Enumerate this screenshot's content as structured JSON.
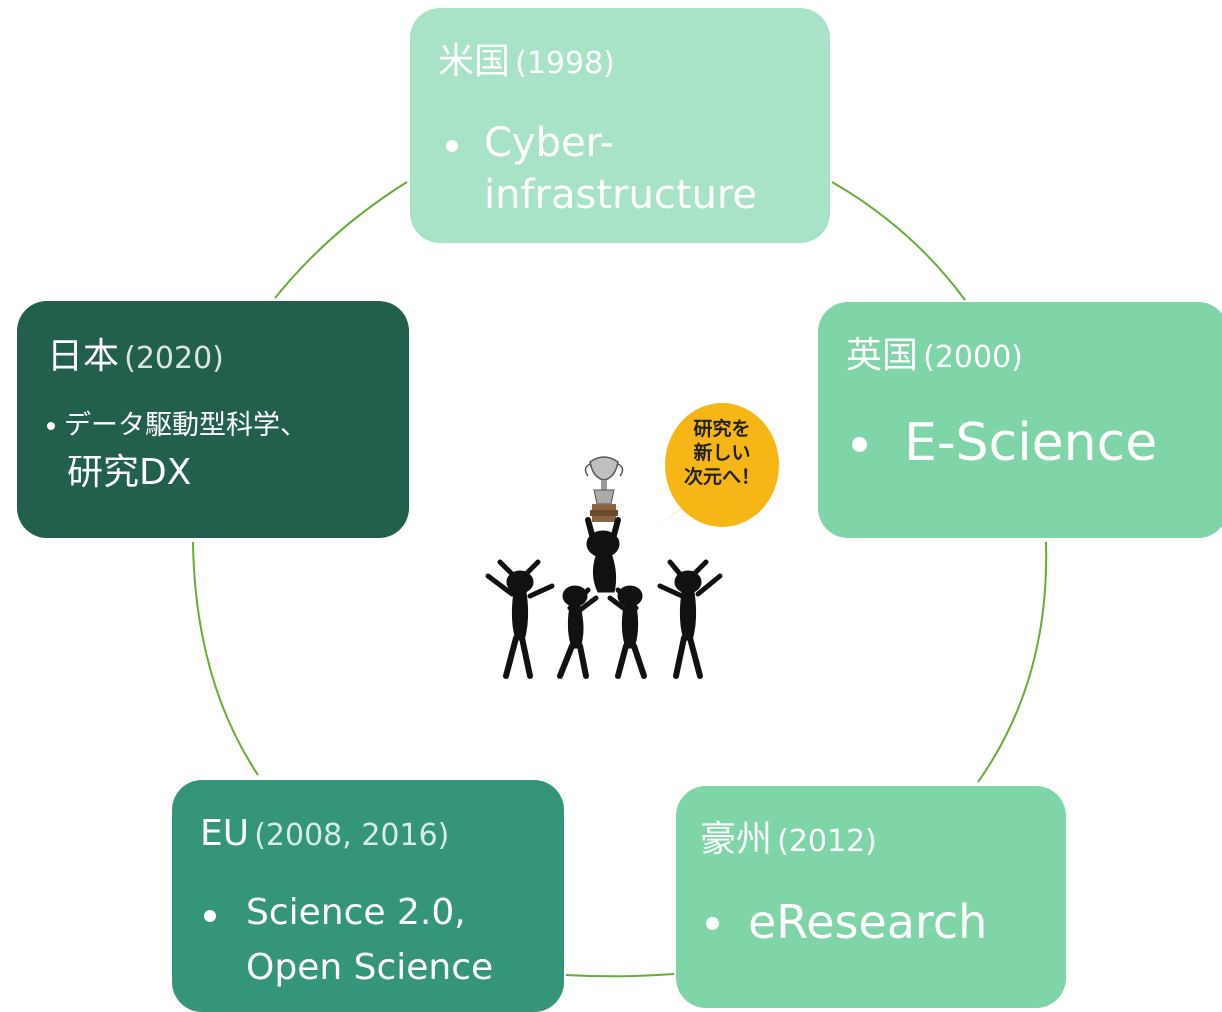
{
  "nodes": {
    "us": {
      "country": "米国",
      "year": "(1998)",
      "items": [
        "Cyber-",
        "infrastructure"
      ]
    },
    "uk": {
      "country": "英国",
      "year": "(2000)",
      "items": [
        "E-Science"
      ]
    },
    "au": {
      "country": "豪州",
      "year": "(2012)",
      "items": [
        "eResearch"
      ]
    },
    "eu": {
      "country": "EU",
      "year": "(2008, 2016)",
      "items": [
        "Science 2.0,",
        "Open Science"
      ]
    },
    "jp": {
      "country": "日本",
      "year": "(2020)",
      "items": [
        "データ駆動型科学、",
        "研究DX"
      ]
    }
  },
  "center": {
    "speech_bubble": [
      "研究を",
      "新しい",
      "次元へ！"
    ],
    "illustration": "people-lifting-trophy-silhouette"
  },
  "colors": {
    "connector": "#6aaa3a",
    "us_box": "#a8e2c7",
    "uk_box": "#7fd4a8",
    "au_box": "#7fd4a8",
    "eu_box": "#34957a",
    "jp_box": "#225f4d",
    "bubble": "#f6b615"
  }
}
